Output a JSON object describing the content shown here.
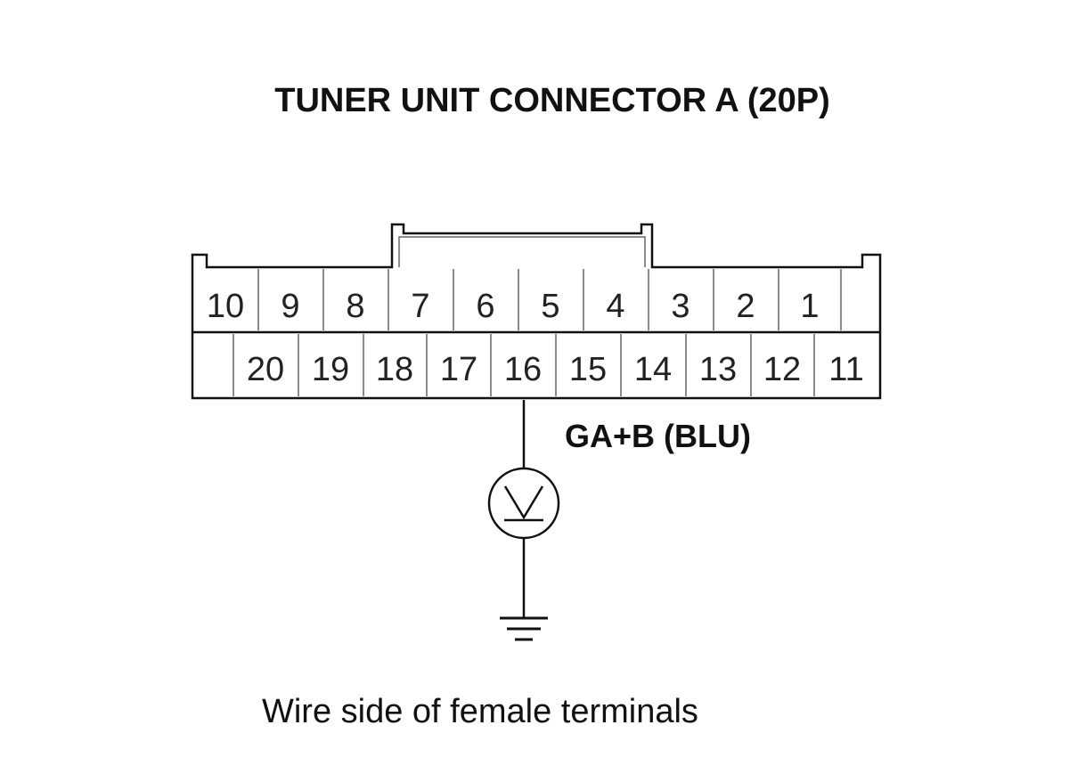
{
  "title": "TUNER UNIT CONNECTOR A (20P)",
  "connector": {
    "top_row": [
      "10",
      "9",
      "8",
      "7",
      "6",
      "5",
      "4",
      "3",
      "2",
      "1"
    ],
    "bottom_row": [
      "20",
      "19",
      "18",
      "17",
      "16",
      "15",
      "14",
      "13",
      "12",
      "11"
    ],
    "probed_pin": "16"
  },
  "wire": {
    "label": "GA+B (BLU)"
  },
  "meter": {
    "symbol": "V",
    "icon": "voltmeter-icon"
  },
  "ground": {
    "icon": "ground-icon"
  },
  "caption": "Wire side of female terminals",
  "colors": {
    "line": "#111111",
    "text": "#111111"
  }
}
